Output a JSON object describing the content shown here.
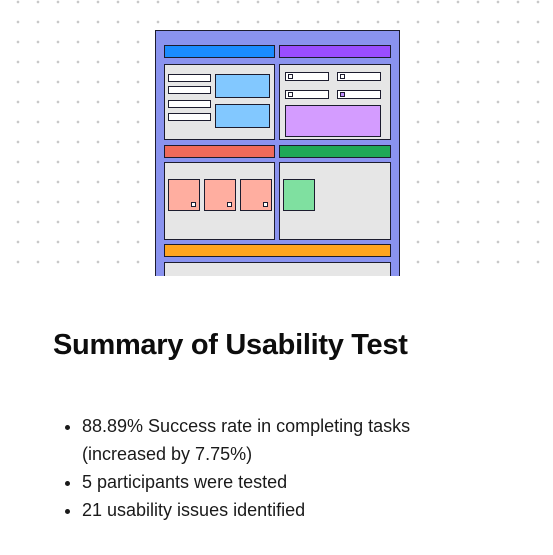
{
  "summary": {
    "title": "Summary of Usability Test",
    "bullets": [
      {
        "line1": "88.89% Success rate in completing tasks",
        "line2": "(increased by 7.75%)"
      },
      {
        "line1": "5 participants were tested"
      },
      {
        "line1": "21 usability issues identified"
      }
    ]
  },
  "colors": {
    "frame": "#8a93ef",
    "blue": "#1a8cff",
    "purple": "#9a4dff",
    "red": "#f06a5a",
    "green": "#1fa856",
    "orange": "#ffa51f",
    "panel": "#e6e6e6"
  }
}
